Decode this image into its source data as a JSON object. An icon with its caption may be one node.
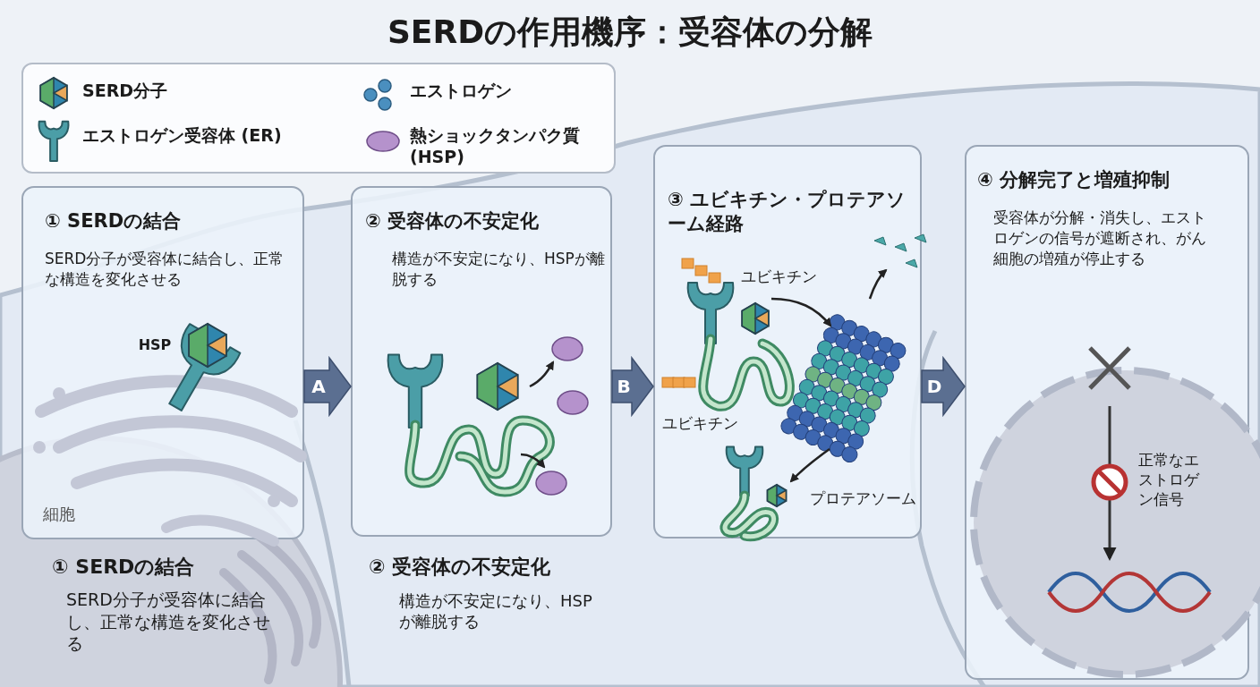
{
  "diagram": {
    "title": "SERDの作用機序：受容体の分解",
    "nodes": [
      {
        "text": [
          "① SERDの結合",
          "SERD分子が受容体に結合し、正常な構造を変化させる"
        ]
      },
      {
        "text": [
          "② 受容体の不安定化",
          "構造が不安定になり、HSPが離脱する"
        ]
      },
      {
        "text": [
          "③ ユビキチン・プロテアソーム経路"
        ]
      },
      {
        "text": [
          "④ 分解完了と増殖抑制",
          "受容体が分解・消失し、エストロゲンの信号が遮断され、がん細胞の増殖が停止する"
        ]
      },
      {
        "text": [
          "HSP"
        ],
        "in": 0
      }
    ],
    "edges": [
      {
        "from": 0,
        "to": 1,
        "arrow": "to",
        "label": "A"
      },
      {
        "from": 1,
        "to": 2,
        "arrow": "to",
        "label": "B"
      },
      {
        "from": 2,
        "to": 3,
        "arrow": "to",
        "label": "D"
      }
    ],
    "labels": [
      "ユビキチン",
      "ユビキチン",
      "プロテアソーム",
      "正常なエストロゲン信号",
      "細胞",
      "① SERDの結合",
      "SERD分子が受容体に結合し、正常な構造を変化させる",
      "② 受容体の不安定化",
      "構造が不安定になり、HSPが離脱する"
    ],
    "legend": [
      {
        "text": "SERD分子"
      },
      {
        "text": "エストロゲン"
      },
      {
        "text": "エストロゲン受容体 (ER)"
      },
      {
        "text": "熱ショックタンパク質 (HSP)"
      }
    ]
  }
}
